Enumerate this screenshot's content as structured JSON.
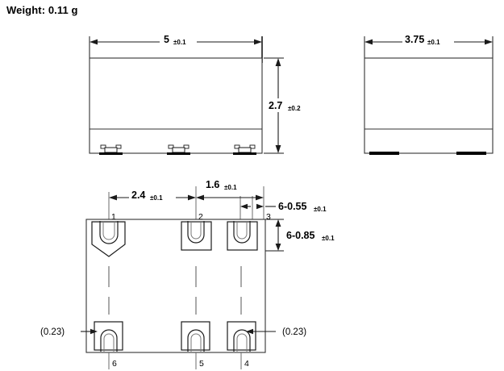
{
  "header": {
    "weight_label": "Weight: 0.11 g"
  },
  "views": {
    "front": {
      "name": "front-view",
      "width_dim": {
        "value": "5",
        "tolerance": "±0.1"
      },
      "height_dim": {
        "value": "2.7",
        "tolerance": "±0.2"
      }
    },
    "side": {
      "name": "side-view",
      "width_dim": {
        "value": "3.75",
        "tolerance": "±0.1"
      }
    },
    "bottom": {
      "name": "bottom-view",
      "pitch_dim_left": {
        "value": "2.4",
        "tolerance": "±0.1"
      },
      "pitch_dim_right": {
        "value": "1.6",
        "tolerance": "±0.1"
      },
      "terminal_width_dim": {
        "value": "6-0.55",
        "tolerance": "±0.1"
      },
      "terminal_height_dim": {
        "value": "6-0.85",
        "tolerance": "±0.1"
      },
      "edge_offset_left": "(0.23)",
      "edge_offset_right": "(0.23)",
      "pin_numbers_top": [
        "1",
        "2",
        "3"
      ],
      "pin_numbers_bottom": [
        "6",
        "5",
        "4"
      ]
    }
  },
  "colors": {
    "line": "#1a1a1a",
    "outline": "#333333",
    "pad_fill": "#000000",
    "background": "#ffffff"
  }
}
